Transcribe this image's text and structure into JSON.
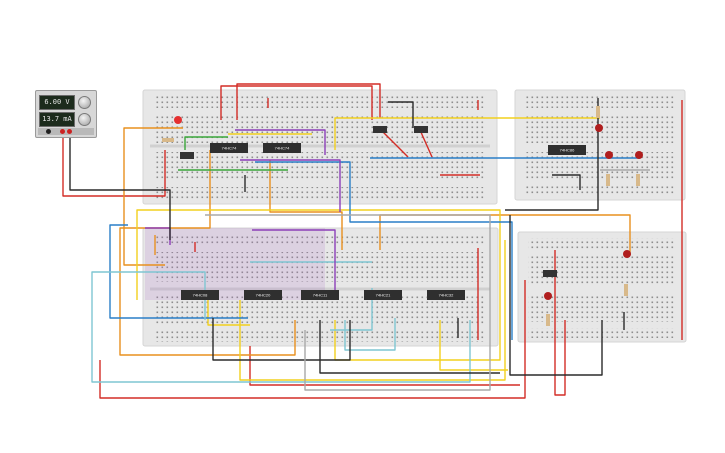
{
  "power_supply": {
    "voltage": "6.00 V",
    "current": "13.7 mA"
  },
  "chips": [
    {
      "id": "chip-1",
      "label": "74HC74"
    },
    {
      "id": "chip-2",
      "label": "74HC74"
    },
    {
      "id": "chip-3",
      "label": "74HC08"
    },
    {
      "id": "chip-4",
      "label": "74HC20"
    },
    {
      "id": "chip-5",
      "label": "74HC11"
    },
    {
      "id": "chip-6",
      "label": "74HC21"
    },
    {
      "id": "chip-7",
      "label": "74HC32"
    },
    {
      "id": "chip-8",
      "label": "74HC86"
    }
  ],
  "colors": {
    "wire_red": "#d32d27",
    "wire_orange": "#e8901f",
    "wire_yellow": "#f2d01e",
    "wire_blue": "#2a7fc7",
    "wire_cyan": "#7fc6d2",
    "wire_purple": "#8c3fb8",
    "wire_green": "#3aa63a",
    "wire_black": "#2b2b2b",
    "wire_gray": "#a9a9a9",
    "breadboard": "#e7e7e7",
    "chip": "#2f2f2f"
  }
}
